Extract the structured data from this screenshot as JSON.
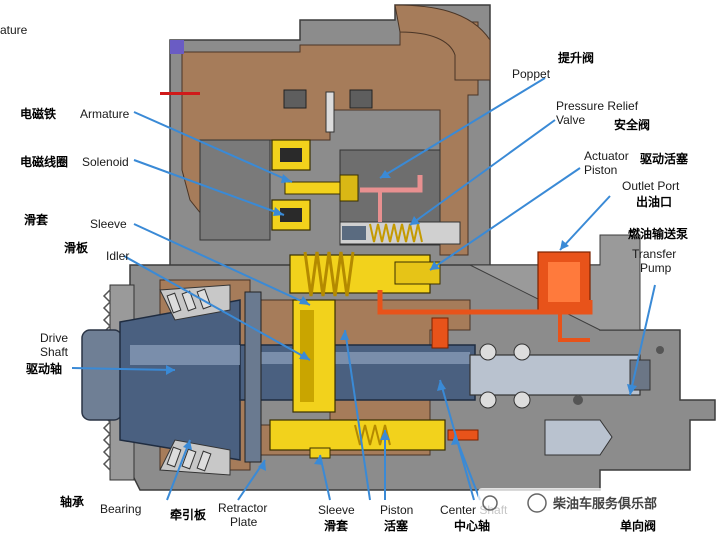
{
  "labels": {
    "armature_cn": "电磁铁",
    "armature_en": "Armature",
    "armature_top_cut": "ature",
    "solenoid_cn": "电磁线圈",
    "solenoid_en": "Solenoid",
    "sleeve_cn": "滑套",
    "sleeve_en": "Sleeve",
    "idler_cn": "滑板",
    "idler_en": "Idler",
    "drive_shaft_en_1": "Drive",
    "drive_shaft_en_2": "Shaft",
    "drive_shaft_cn": "驱动轴",
    "bearing_en": "Bearing",
    "bearing_cn": "轴承",
    "retractor_plate_en_1": "Retractor",
    "retractor_plate_en_2": "Plate",
    "retractor_plate_cn": "牵引板",
    "sleeve_bottom_en": "Sleeve",
    "sleeve_bottom_cn": "滑套",
    "piston_bottom_en": "Piston",
    "piston_bottom_cn": "活塞",
    "center_shaft_en": "Center Shaft",
    "center_shaft_cn": "中心轴",
    "check_valve_cn": "单向阀",
    "poppet_cn": "提升阀",
    "poppet_en": "Poppet",
    "pressure_relief_en_1": "Pressure Relief",
    "pressure_relief_en_2": "Valve",
    "pressure_relief_cn": "安全阀",
    "actuator_piston_en_1": "Actuator",
    "actuator_piston_en_2": "Piston",
    "actuator_piston_cn": "驱动活塞",
    "outlet_port_en": "Outlet Port",
    "outlet_port_cn": "出油口",
    "transfer_pump_cn": "燃油输送泵",
    "transfer_pump_en_1": "Transfer",
    "transfer_pump_en_2": "Pump"
  },
  "watermark": {
    "text": "柴油车服务俱乐部"
  },
  "colors": {
    "housing": "#8c8c8c",
    "housing_dark": "#5e5e5e",
    "oil_brown": "#a67c5a",
    "shaft_blue": "#4a6080",
    "shaft_light": "#8fa3bd",
    "yellow": "#f2d21c",
    "orange": "#e8531a",
    "pink": "#e89090",
    "leader": "#3a8ad6"
  }
}
